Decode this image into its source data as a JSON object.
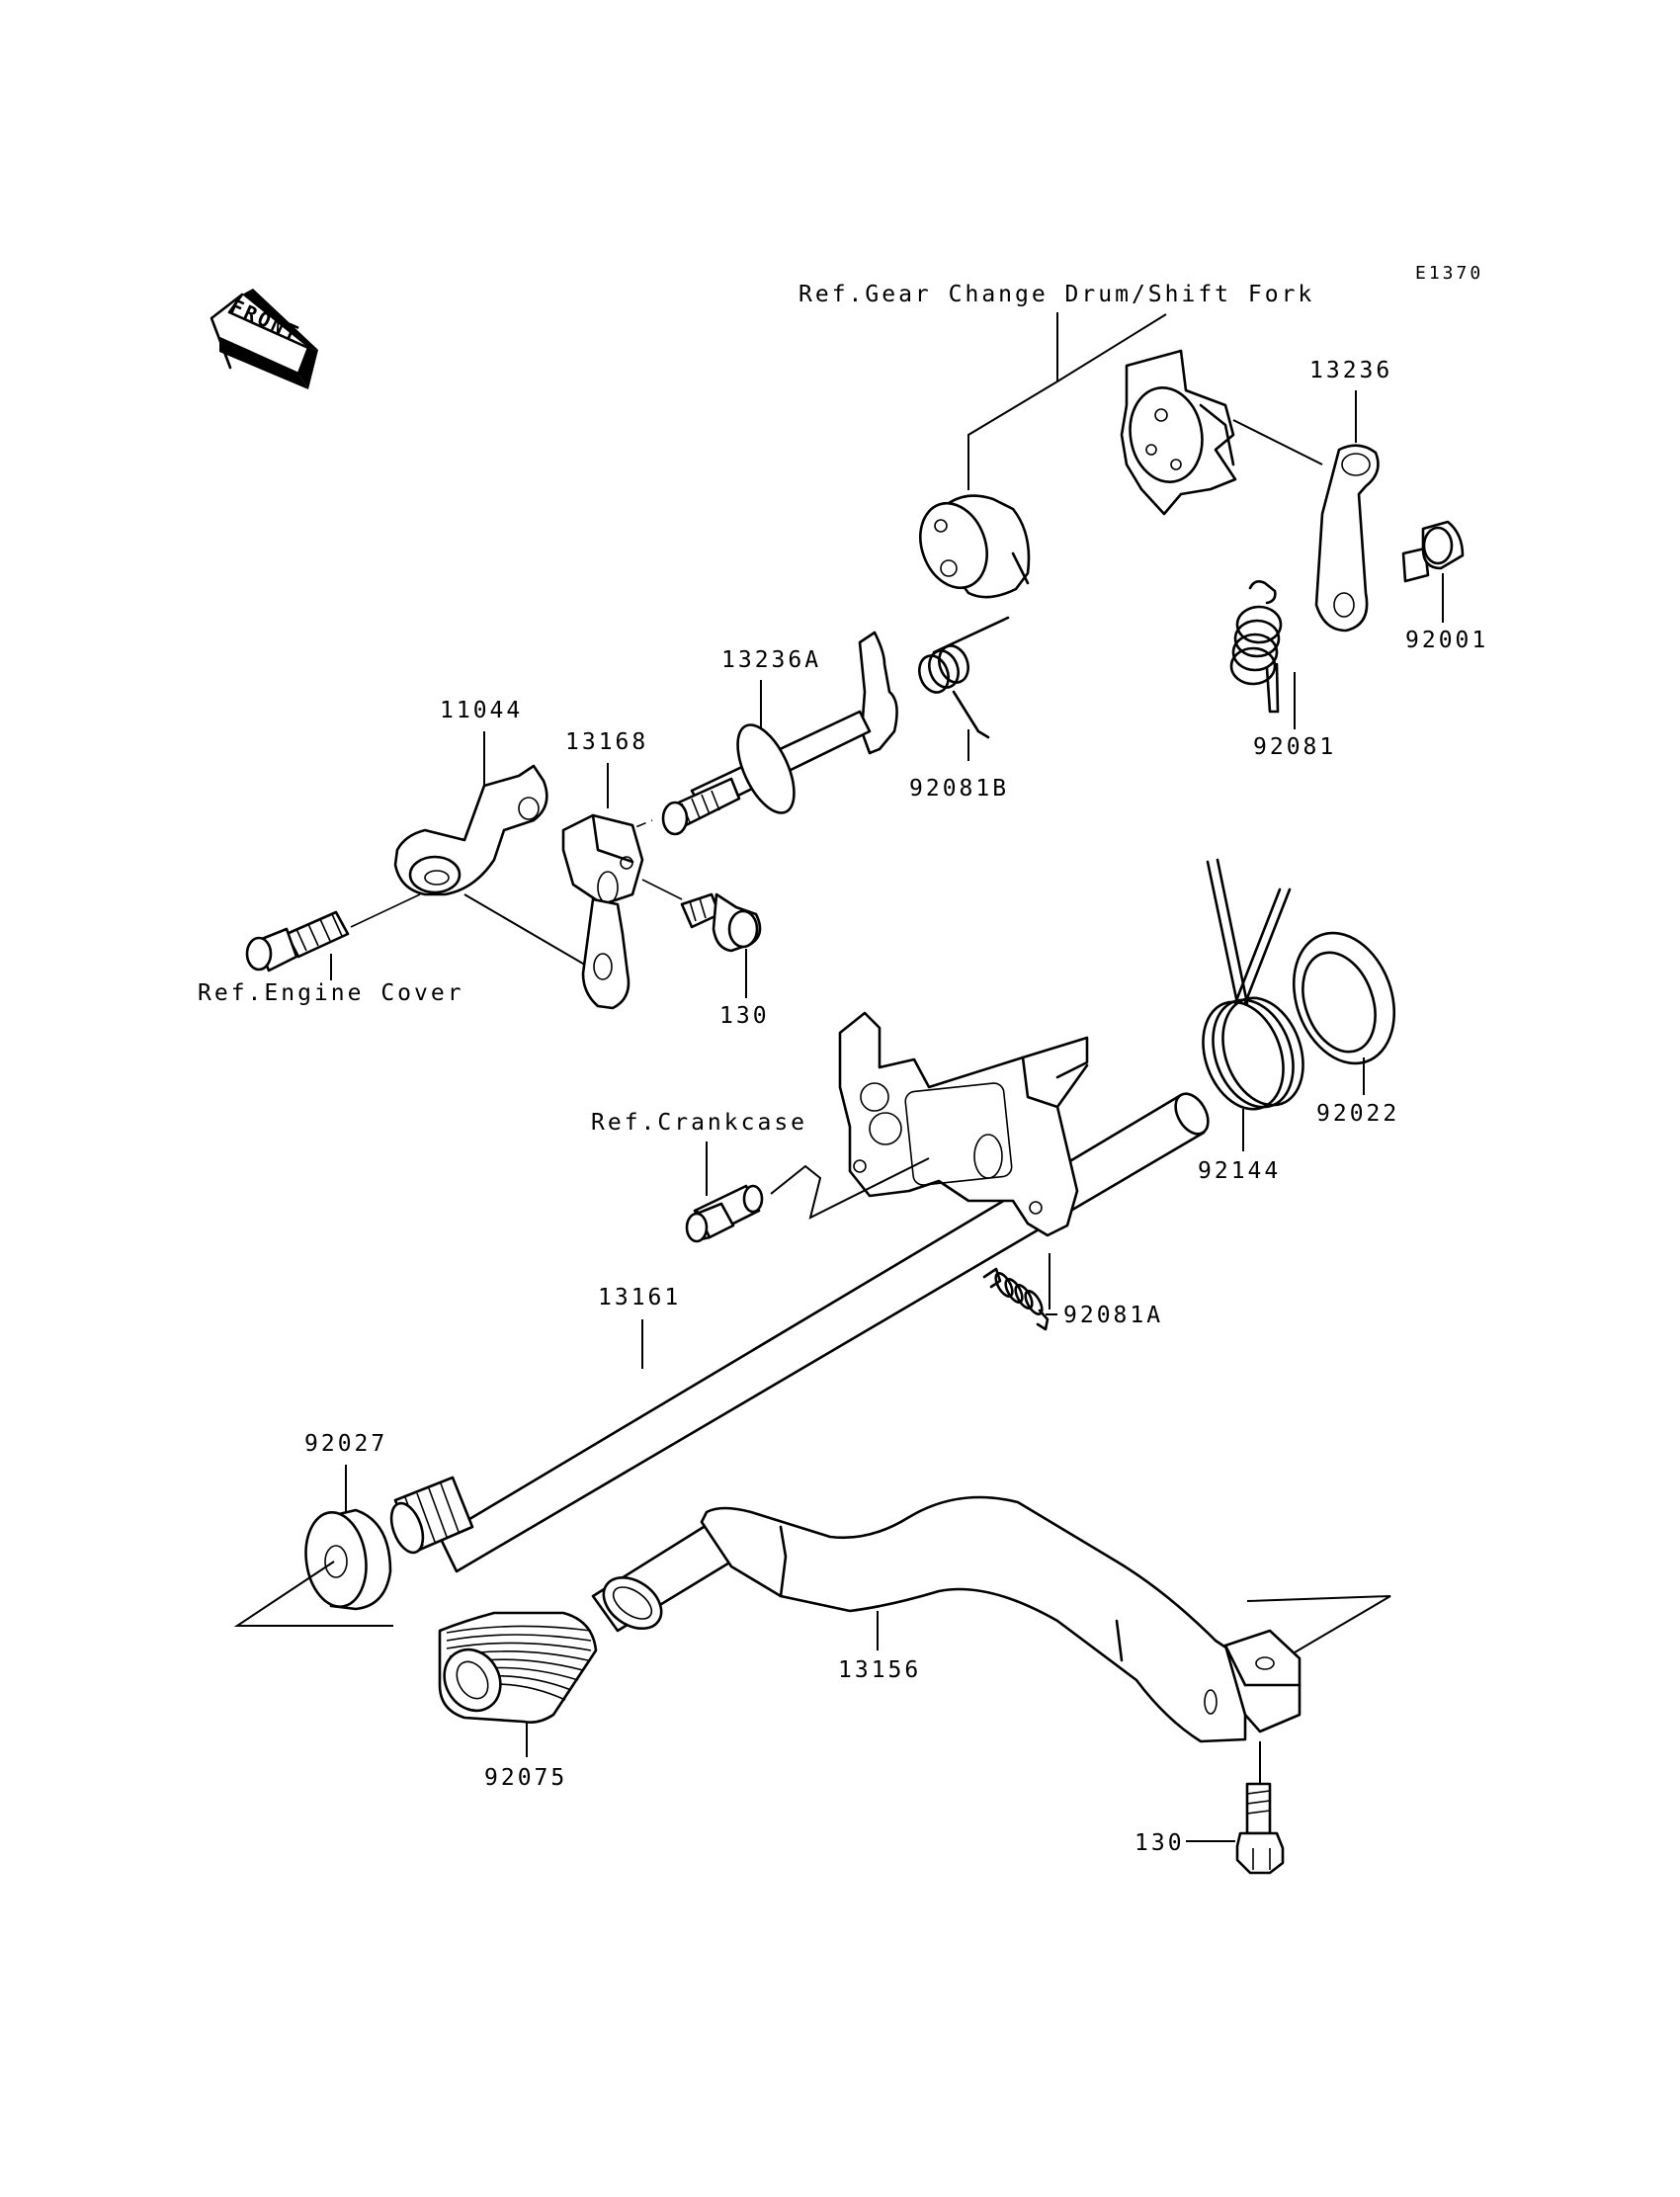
{
  "diagram_code": "E1370",
  "front_badge": "FRONT",
  "references": {
    "gear_change_drum": "Ref.Gear Change Drum/Shift Fork",
    "engine_cover": "Ref.Engine Cover",
    "crankcase": "Ref.Crankcase"
  },
  "parts": [
    {
      "id": "p13236",
      "number": "13236"
    },
    {
      "id": "p92001",
      "number": "92001"
    },
    {
      "id": "p92081",
      "number": "92081"
    },
    {
      "id": "p13236A",
      "number": "13236A"
    },
    {
      "id": "p92081B",
      "number": "92081B"
    },
    {
      "id": "p11044",
      "number": "11044"
    },
    {
      "id": "p13168",
      "number": "13168"
    },
    {
      "id": "p130a",
      "number": "130"
    },
    {
      "id": "p92022",
      "number": "92022"
    },
    {
      "id": "p92144",
      "number": "92144"
    },
    {
      "id": "p92081A",
      "number": "92081A"
    },
    {
      "id": "p13161",
      "number": "13161"
    },
    {
      "id": "p92027",
      "number": "92027"
    },
    {
      "id": "p13156",
      "number": "13156"
    },
    {
      "id": "p92075",
      "number": "92075"
    },
    {
      "id": "p130b",
      "number": "130"
    }
  ]
}
